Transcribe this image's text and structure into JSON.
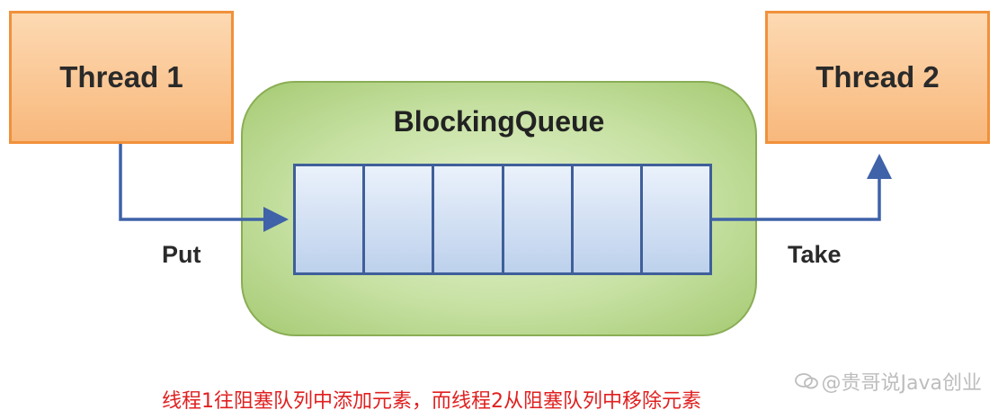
{
  "diagram": {
    "thread1": {
      "label": "Thread 1"
    },
    "thread2": {
      "label": "Thread 2"
    },
    "queue": {
      "title": "BlockingQueue",
      "slot_count": 6
    },
    "put": {
      "label": "Put"
    },
    "take": {
      "label": "Take"
    }
  },
  "caption": "线程1往阻塞队列中添加元素，而线程2从阻塞队列中移除元素",
  "watermark": "@贵哥说Java创业",
  "colors": {
    "thread_fill": "#f8b87c",
    "thread_border": "#f0913b",
    "queue_fill": "#c7e1a3",
    "queue_border": "#8aad55",
    "slot_fill": "#bdd1ec",
    "slot_border": "#3f5f9a",
    "arrow": "#3f62a8",
    "caption": "#e02020"
  }
}
